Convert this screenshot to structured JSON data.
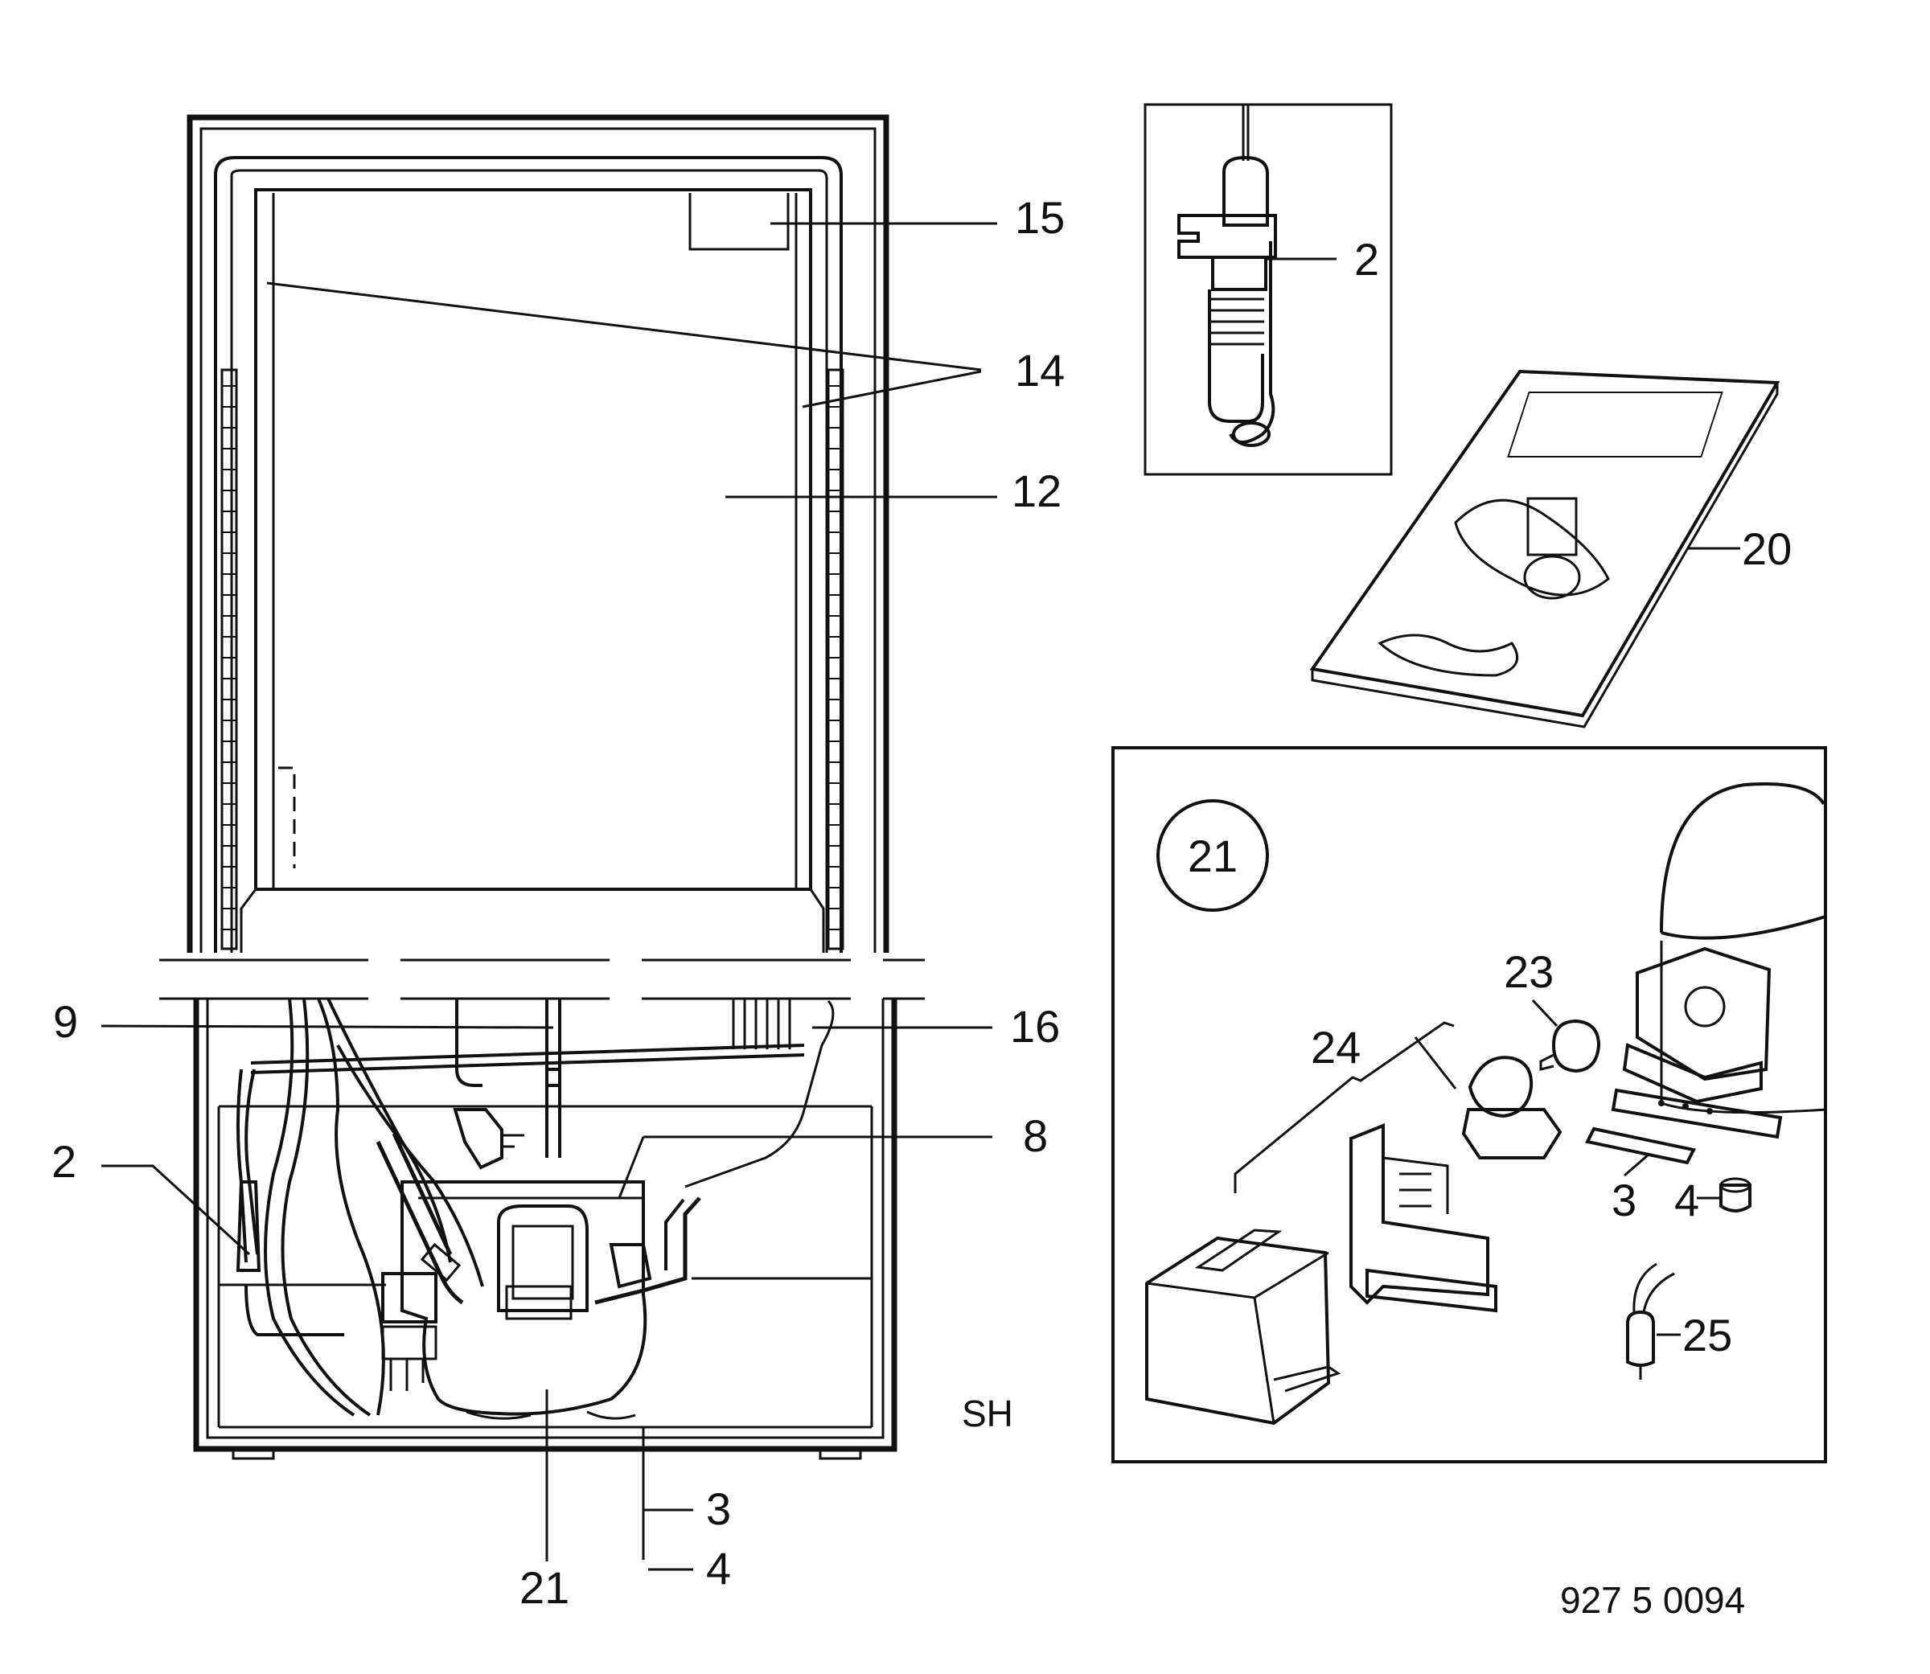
{
  "diagram": {
    "main_view": {
      "callouts": {
        "c15": "15",
        "c14": "14",
        "c12": "12",
        "c9": "9",
        "c16": "16",
        "c2": "2",
        "c8": "8",
        "c3": "3",
        "c4": "4",
        "c21": "21"
      },
      "side_code": "SH"
    },
    "inset_thermostat": {
      "callout": "2"
    },
    "manual": {
      "callout": "20"
    },
    "inset_compressor": {
      "circle_label": "21",
      "callouts": {
        "c23": "23",
        "c24": "24",
        "c3": "3",
        "c4": "4",
        "c25": "25"
      }
    },
    "reference_number": "927 5 0094"
  },
  "colors": {
    "line": "#111111",
    "background": "#ffffff"
  }
}
